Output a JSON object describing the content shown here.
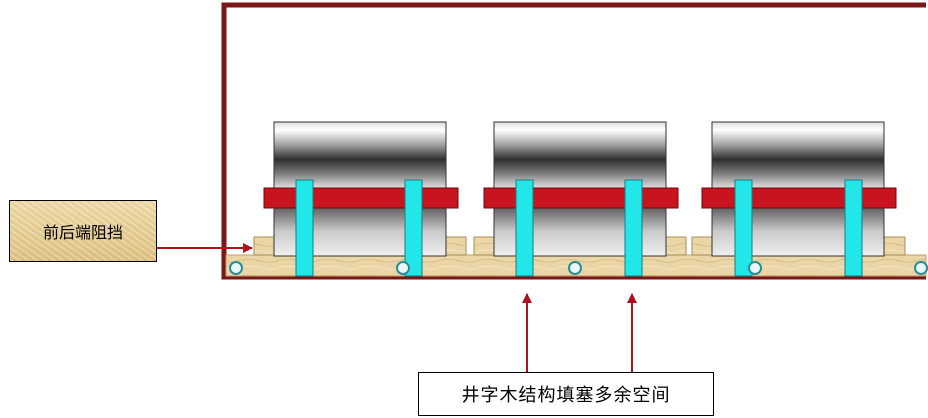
{
  "labels": {
    "front_back_block": "前后端阻挡",
    "crib_filler": "井字木结构填塞多余空间"
  },
  "colors": {
    "container_border": "#7a1616",
    "clamp_bar": "#c8141e",
    "strap": "#22e6e8",
    "pallet_wood": "#e8d3a4",
    "arrow": "#b0101a",
    "coil_dark": "#3e3e3e"
  },
  "coil_count": 3
}
